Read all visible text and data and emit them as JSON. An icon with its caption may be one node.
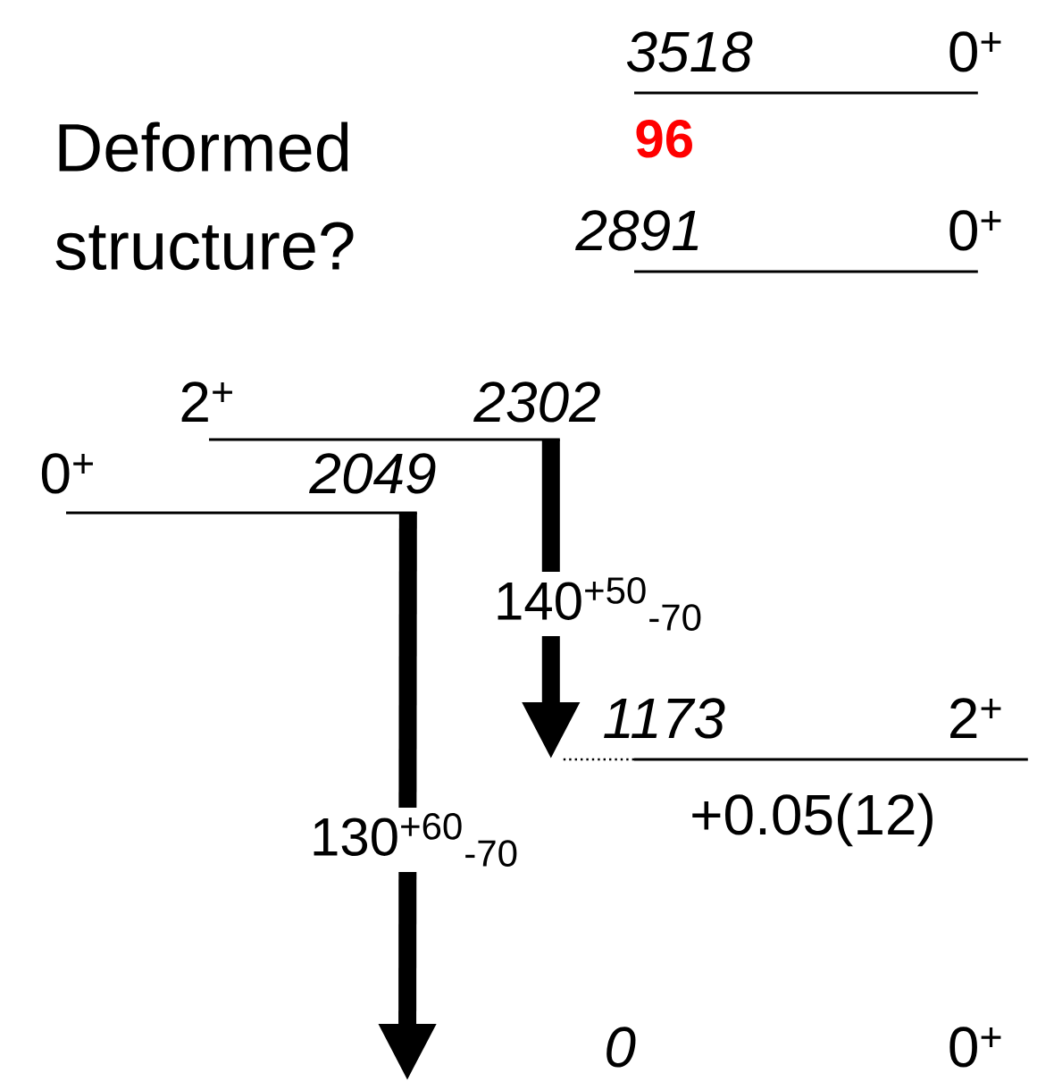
{
  "diagram": {
    "nodes": [
      {
        "text": [
          "3518",
          "0$^{+}$"
        ]
      },
      {
        "text": [
          "2891",
          "0$^{+}$"
        ]
      },
      {
        "text": [
          "2$^{+}$",
          "2302"
        ]
      },
      {
        "text": [
          "0$^{+}$",
          "2049"
        ]
      },
      {
        "text": [
          "1173",
          "2$^{+}$",
          "+0.05(12)"
        ]
      },
      {
        "text": [
          "0",
          "0$^{+}$"
        ]
      }
    ],
    "edges": [
      {
        "from": 2,
        "to": 4,
        "arrow": "to",
        "label": "140$^{+50}$$_{-70}$"
      },
      {
        "from": 3,
        "to": null,
        "arrow": "to",
        "label": "130$^{+60}$$_{-70}$"
      }
    ],
    "labels": [
      "Deformed structure?",
      "96"
    ]
  }
}
